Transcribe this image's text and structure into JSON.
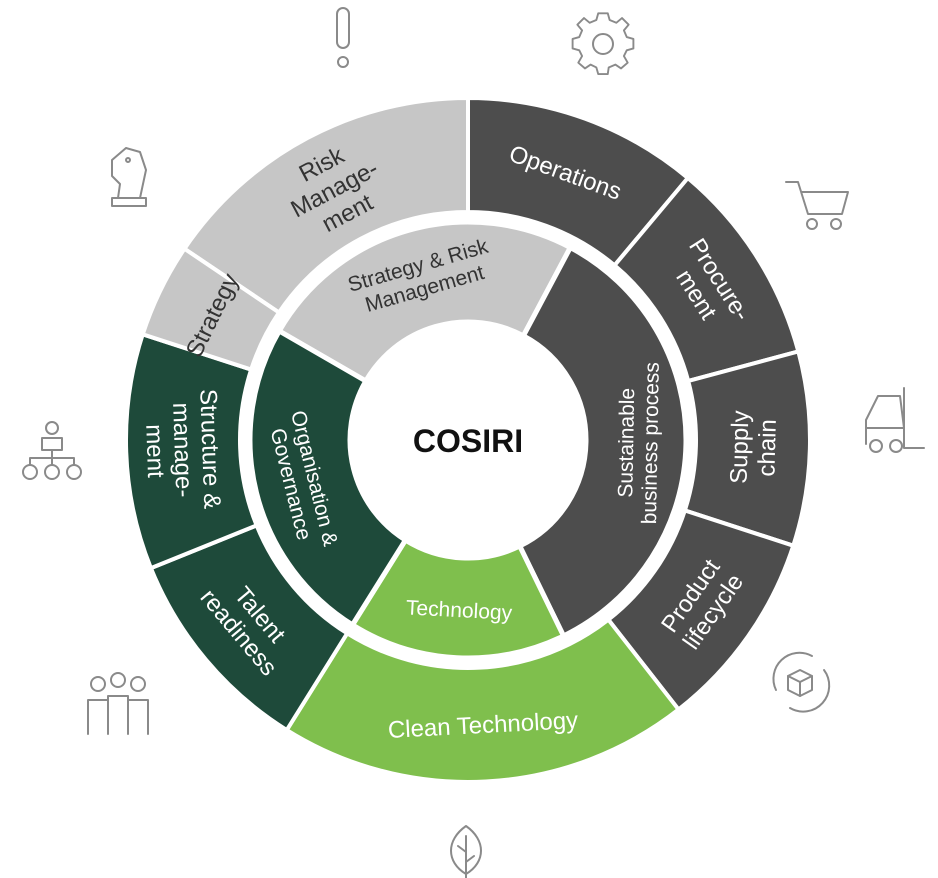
{
  "center": {
    "label": "COSIRI"
  },
  "inner_ring": [
    {
      "key": "strategy_risk",
      "lines": [
        "Strategy & Risk",
        "Management"
      ],
      "color": "#c6c6c6"
    },
    {
      "key": "sustainable",
      "lines": [
        "Sustainable",
        "business process"
      ],
      "color": "#4d4d4d"
    },
    {
      "key": "technology",
      "lines": [
        "Technology"
      ],
      "color": "#7fbf4d"
    },
    {
      "key": "organisation",
      "lines": [
        "Organisation &",
        "Governance"
      ],
      "color": "#1e4a3a"
    }
  ],
  "outer_ring": [
    {
      "key": "risk",
      "lines": [
        "Risk",
        "Manage-",
        "ment"
      ],
      "color": "#c6c6c6",
      "icon": "exclamation-icon"
    },
    {
      "key": "operations",
      "lines": [
        "Operations"
      ],
      "color": "#4d4d4d",
      "icon": "gear-icon"
    },
    {
      "key": "procurement",
      "lines": [
        "Procure-",
        "ment"
      ],
      "color": "#4d4d4d",
      "icon": "shopping-cart-icon"
    },
    {
      "key": "supply",
      "lines": [
        "Supply",
        "chain"
      ],
      "color": "#4d4d4d",
      "icon": "forklift-icon"
    },
    {
      "key": "product",
      "lines": [
        "Product",
        "lifecycle"
      ],
      "color": "#4d4d4d",
      "icon": "recycle-box-icon"
    },
    {
      "key": "clean",
      "lines": [
        "Clean Technology"
      ],
      "color": "#7fbf4d",
      "icon": "leaf-icon"
    },
    {
      "key": "talent",
      "lines": [
        "Talent",
        "readiness"
      ],
      "color": "#1e4a3a",
      "icon": "people-icon"
    },
    {
      "key": "structure",
      "lines": [
        "Structure &",
        "manage-",
        "ment"
      ],
      "color": "#1e4a3a",
      "icon": "org-chart-icon"
    },
    {
      "key": "strategy",
      "lines": [
        "Strategy"
      ],
      "color": "#c6c6c6",
      "icon": "chess-knight-icon"
    }
  ],
  "colors": {
    "dark_green": "#1e4a3a",
    "grey": "#4d4d4d",
    "light_grey": "#c6c6c6",
    "light_green": "#7fbf4d",
    "icon_stroke": "#8a8a8a"
  }
}
